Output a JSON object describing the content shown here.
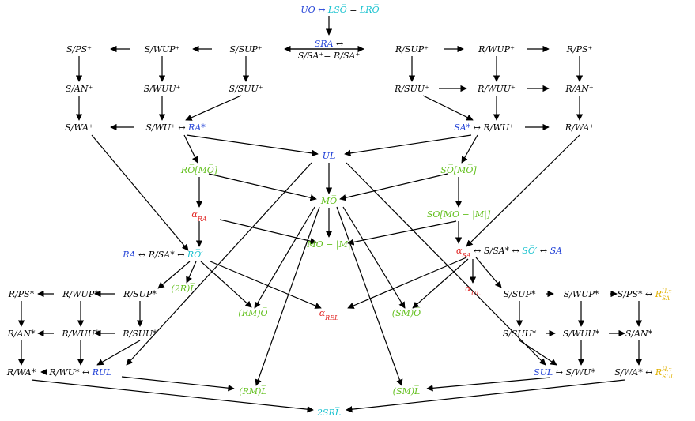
{
  "colors": {
    "black": "#000000",
    "blue": "#1f3fd6",
    "cyan": "#19c2cf",
    "green": "#63c01e",
    "red": "#e0201e",
    "gold": "#e0b000"
  },
  "nodes": {
    "uo": {
      "parts": [
        [
          "UO ↔ ",
          "blue"
        ],
        [
          "LSO̅",
          "cyan"
        ],
        [
          " = ",
          "black"
        ],
        [
          "LRO̅",
          "cyan"
        ]
      ]
    },
    "sra": {
      "parts": [
        [
          "SRA",
          "blue"
        ],
        [
          " ↔",
          "black"
        ]
      ]
    },
    "sra2": {
      "parts": [
        [
          "S/SA⁺= R/SA⁺",
          "black"
        ]
      ]
    },
    "s_ps_plus": {
      "parts": [
        [
          "S/PS⁺",
          "black"
        ]
      ]
    },
    "s_wup_plus": {
      "parts": [
        [
          "S/WUP⁺",
          "black"
        ]
      ]
    },
    "s_sup_plus": {
      "parts": [
        [
          "S/SUP⁺",
          "black"
        ]
      ]
    },
    "r_sup_plus": {
      "parts": [
        [
          "R/SUP⁺",
          "black"
        ]
      ]
    },
    "r_wup_plus": {
      "parts": [
        [
          "R/WUP⁺",
          "black"
        ]
      ]
    },
    "r_ps_plus": {
      "parts": [
        [
          "R/PS⁺",
          "black"
        ]
      ]
    },
    "s_an_plus": {
      "parts": [
        [
          "S/AN⁺",
          "black"
        ]
      ]
    },
    "s_wuu_plus": {
      "parts": [
        [
          "S/WUU⁺",
          "black"
        ]
      ]
    },
    "s_suu_plus": {
      "parts": [
        [
          "S/SUU⁺",
          "black"
        ]
      ]
    },
    "r_suu_plus": {
      "parts": [
        [
          "R/SUU⁺",
          "black"
        ]
      ]
    },
    "r_wuu_plus": {
      "parts": [
        [
          "R/WUU⁺",
          "black"
        ]
      ]
    },
    "r_an_plus": {
      "parts": [
        [
          "R/AN⁺",
          "black"
        ]
      ]
    },
    "s_wa_plus": {
      "parts": [
        [
          "S/WA⁺",
          "black"
        ]
      ]
    },
    "s_wu_plus": {
      "parts": [
        [
          "S/WU⁺ ↔ ",
          "black"
        ],
        [
          "RA*",
          "blue"
        ]
      ]
    },
    "sa_star": {
      "parts": [
        [
          "SA*",
          "blue"
        ],
        [
          " ↔ R/WU⁺",
          "black"
        ]
      ]
    },
    "r_wa_plus": {
      "parts": [
        [
          "R/WA⁺",
          "black"
        ]
      ]
    },
    "ul": {
      "parts": [
        [
          "UL",
          "blue"
        ]
      ]
    },
    "ro_mo": {
      "parts": [
        [
          "RO̅[MO̅]",
          "green"
        ]
      ]
    },
    "so_mo": {
      "parts": [
        [
          "SO̅[MO̅]",
          "green"
        ]
      ]
    },
    "mo": {
      "parts": [
        [
          "MO̅",
          "green"
        ]
      ]
    },
    "alpha_ra": {
      "parts": [
        [
          "α",
          "red"
        ],
        [
          "RA",
          "red"
        ]
      ]
    },
    "so_mo_m": {
      "parts": [
        [
          "SO̅[MO̅ − |M|]",
          "green"
        ]
      ]
    },
    "mo_m": {
      "parts": [
        [
          "MO̅ − |M|",
          "green"
        ]
      ]
    },
    "ra_ro": {
      "parts": [
        [
          "RA",
          "blue"
        ],
        [
          " ↔ R/SA* ↔ ",
          "black"
        ],
        [
          "RO̅′",
          "cyan"
        ]
      ]
    },
    "alpha_sa": {
      "parts": [
        [
          "α",
          "red"
        ],
        [
          "SA",
          "red"
        ],
        [
          " ↔ S/SA* ↔ ",
          "black"
        ],
        [
          "SO̅′",
          "cyan"
        ],
        [
          " ↔ ",
          "black"
        ],
        [
          "SA",
          "blue"
        ]
      ]
    },
    "two_r_l": {
      "parts": [
        [
          "(2R)L̅",
          "green"
        ]
      ]
    },
    "alpha_ul": {
      "parts": [
        [
          "α",
          "red"
        ],
        [
          "UL",
          "red"
        ]
      ]
    },
    "r_ps_star": {
      "parts": [
        [
          "R/PS*",
          "black"
        ]
      ]
    },
    "r_wup_star": {
      "parts": [
        [
          "R/WUP*",
          "black"
        ]
      ]
    },
    "r_sup_star": {
      "parts": [
        [
          "R/SUP*",
          "black"
        ]
      ]
    },
    "rm_o": {
      "parts": [
        [
          "(RM)O̅",
          "green"
        ]
      ]
    },
    "alpha_rel": {
      "parts": [
        [
          "α",
          "red"
        ],
        [
          "REL",
          "red"
        ]
      ]
    },
    "sm_o": {
      "parts": [
        [
          "(SM)O̅",
          "green"
        ]
      ]
    },
    "s_sup_star": {
      "parts": [
        [
          "S/SUP*",
          "black"
        ]
      ]
    },
    "s_wup_star": {
      "parts": [
        [
          "S/WUP*",
          "black"
        ]
      ]
    },
    "s_ps_star": {
      "parts": [
        [
          "S/PS* ↔ ",
          "black"
        ],
        [
          "R",
          "gold"
        ]
      ]
    },
    "r_an_star": {
      "parts": [
        [
          "R/AN*",
          "black"
        ]
      ]
    },
    "r_wuu_star": {
      "parts": [
        [
          "R/WUU*",
          "black"
        ]
      ]
    },
    "r_suu_star": {
      "parts": [
        [
          "R/SUU*",
          "black"
        ]
      ]
    },
    "s_suu_star": {
      "parts": [
        [
          "S/SUU*",
          "black"
        ]
      ]
    },
    "s_wuu_star": {
      "parts": [
        [
          "S/WUU*",
          "black"
        ]
      ]
    },
    "s_an_star": {
      "parts": [
        [
          "S/AN*",
          "black"
        ]
      ]
    },
    "r_wa_star": {
      "parts": [
        [
          "R/WA*",
          "black"
        ]
      ]
    },
    "r_wu_star": {
      "parts": [
        [
          "R/WU* ↔ ",
          "black"
        ],
        [
          "RUL",
          "blue"
        ]
      ]
    },
    "rm_l": {
      "parts": [
        [
          "(RM)L̅",
          "green"
        ]
      ]
    },
    "sm_l": {
      "parts": [
        [
          "(SM)L̅",
          "green"
        ]
      ]
    },
    "sul": {
      "parts": [
        [
          "SUL",
          "blue"
        ],
        [
          " ↔ S/WU*",
          "black"
        ]
      ]
    },
    "s_wa_star": {
      "parts": [
        [
          "S/WA* ↔ ",
          "black"
        ],
        [
          "R",
          "gold"
        ]
      ]
    },
    "two_srl": {
      "parts": [
        [
          "2SRL̅",
          "cyan"
        ]
      ]
    }
  },
  "superscripts": {
    "s_ps_star": {
      "sup": "H,τ",
      "sub": "SA",
      "color": "gold"
    },
    "s_wa_star": {
      "sup": "H,τ",
      "sub": "SUL",
      "color": "gold"
    }
  }
}
